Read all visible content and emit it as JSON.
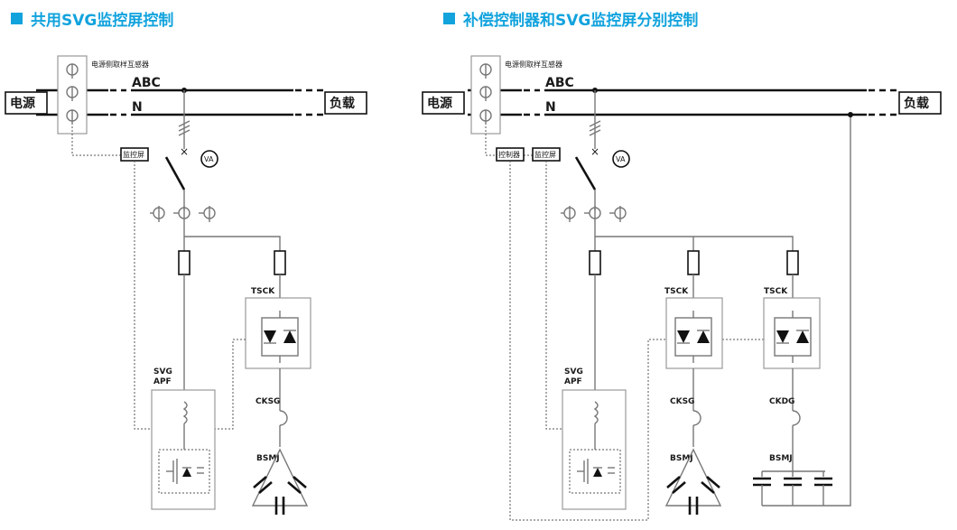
{
  "headings": {
    "left": "共用SVG监控屏控制",
    "right": "补偿控制器和SVG监控屏分别控制"
  },
  "labels": {
    "source": "电源",
    "load": "负载",
    "ct": "电源侧取样互感器",
    "abc": "ABC",
    "n": "N",
    "monitor": "监控屏",
    "controller": "控制器",
    "va": "VA",
    "svg": "SVG",
    "apf": "APF",
    "tsck": "TSCK",
    "cksg": "CKSG",
    "ckdg": "CKDG",
    "bsmj": "BSMJ"
  },
  "colors": {
    "heading": "#12a3dd",
    "line": "#777777",
    "bus": "#111111"
  }
}
